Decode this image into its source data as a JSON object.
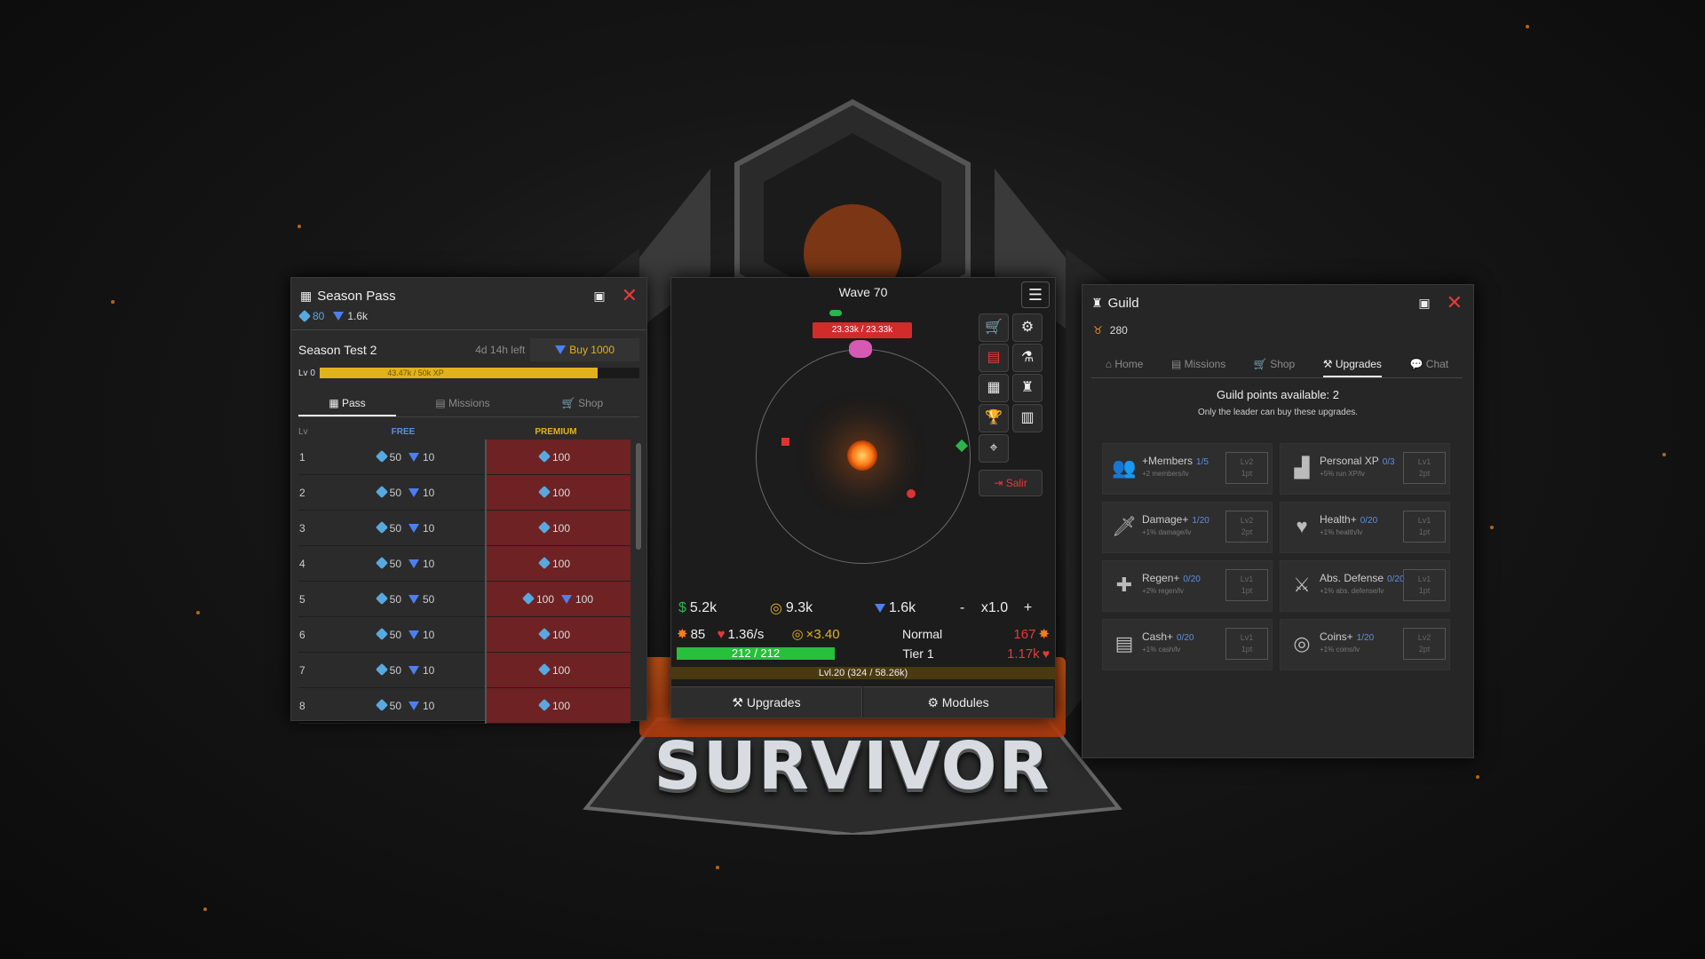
{
  "background": {
    "logo_text": "SURVIVOR"
  },
  "season_pass": {
    "title": "Season Pass",
    "currency_cubes": "80",
    "currency_gems": "1.6k",
    "season_name": "Season Test 2",
    "time_left": "4d 14h left",
    "buy_label": "Buy 1000",
    "level_label": "Lv 0",
    "xp_text": "43.47k / 50k XP",
    "xp_progress": 0.87,
    "tabs": [
      "Pass",
      "Missions",
      "Shop"
    ],
    "columns": {
      "lv": "Lv",
      "free": "FREE",
      "premium": "PREMIUM"
    },
    "rows": [
      {
        "lv": "1",
        "free_cubes": "50",
        "free_gems": "10",
        "prem_cubes": "100",
        "prem_gems": ""
      },
      {
        "lv": "2",
        "free_cubes": "50",
        "free_gems": "10",
        "prem_cubes": "100",
        "prem_gems": ""
      },
      {
        "lv": "3",
        "free_cubes": "50",
        "free_gems": "10",
        "prem_cubes": "100",
        "prem_gems": ""
      },
      {
        "lv": "4",
        "free_cubes": "50",
        "free_gems": "10",
        "prem_cubes": "100",
        "prem_gems": ""
      },
      {
        "lv": "5",
        "free_cubes": "50",
        "free_gems": "50",
        "prem_cubes": "100",
        "prem_gems": "100"
      },
      {
        "lv": "6",
        "free_cubes": "50",
        "free_gems": "10",
        "prem_cubes": "100",
        "prem_gems": ""
      },
      {
        "lv": "7",
        "free_cubes": "50",
        "free_gems": "10",
        "prem_cubes": "100",
        "prem_gems": ""
      },
      {
        "lv": "8",
        "free_cubes": "50",
        "free_gems": "10",
        "prem_cubes": "100",
        "prem_gems": ""
      }
    ]
  },
  "game": {
    "wave": "Wave 70",
    "boss_hp": "23.33k / 23.33k",
    "exit_label": "Salir",
    "cash": "5.2k",
    "coins": "9.3k",
    "gems": "1.6k",
    "speed": "x1.0",
    "speed_minus": "-",
    "speed_plus": "+",
    "damage": "85",
    "regen": "1.36/s",
    "coin_mult": "×3.40",
    "difficulty": "Normal",
    "tier": "Tier 1",
    "enemy_dmg": "167",
    "enemy_hp": "1.17k",
    "hp_text": "212 / 212",
    "hp_progress": 1.0,
    "level_text": "Lvl.20 (324 / 58.26k)",
    "upgrades_label": "Upgrades",
    "modules_label": "Modules"
  },
  "guild": {
    "title": "Guild",
    "points": "280",
    "tabs": [
      "Home",
      "Missions",
      "Shop",
      "Upgrades",
      "Chat"
    ],
    "available": "Guild points available: 2",
    "notice": "Only the leader can buy these upgrades.",
    "upgrades": [
      {
        "name": "+Members",
        "count": "1/5",
        "desc": "+2 members/lv",
        "lv": "Lv2",
        "cost": "1pt",
        "icon": "members-icon"
      },
      {
        "name": "Personal XP",
        "count": "0/3",
        "desc": "+5% run XP/lv",
        "lv": "Lv1",
        "cost": "2pt",
        "icon": "xp-chart-icon"
      },
      {
        "name": "Damage+",
        "count": "1/20",
        "desc": "+1% damage/lv",
        "lv": "Lv2",
        "cost": "2pt",
        "icon": "sword-icon"
      },
      {
        "name": "Health+",
        "count": "0/20",
        "desc": "+1% health/lv",
        "lv": "Lv1",
        "cost": "1pt",
        "icon": "heart-icon"
      },
      {
        "name": "Regen+",
        "count": "0/20",
        "desc": "+2% regen/lv",
        "lv": "Lv1",
        "cost": "1pt",
        "icon": "heart-plus-icon"
      },
      {
        "name": "Abs. Defense",
        "count": "0/20",
        "desc": "+1% abs. defense/lv",
        "lv": "Lv1",
        "cost": "1pt",
        "icon": "shield-sword-icon"
      },
      {
        "name": "Cash+",
        "count": "0/20",
        "desc": "+1% cash/lv",
        "lv": "Lv1",
        "cost": "1pt",
        "icon": "cash-icon"
      },
      {
        "name": "Coins+",
        "count": "1/20",
        "desc": "+1% coins/lv",
        "lv": "Lv2",
        "cost": "2pt",
        "icon": "coins-icon"
      }
    ]
  },
  "colors": {
    "accent_red": "#e43b3b",
    "xp_bar": "#e2b21b",
    "hp_bar": "#27c03a",
    "premium_bg": "#6e2224",
    "gem_blue": "#4c7ff0"
  }
}
